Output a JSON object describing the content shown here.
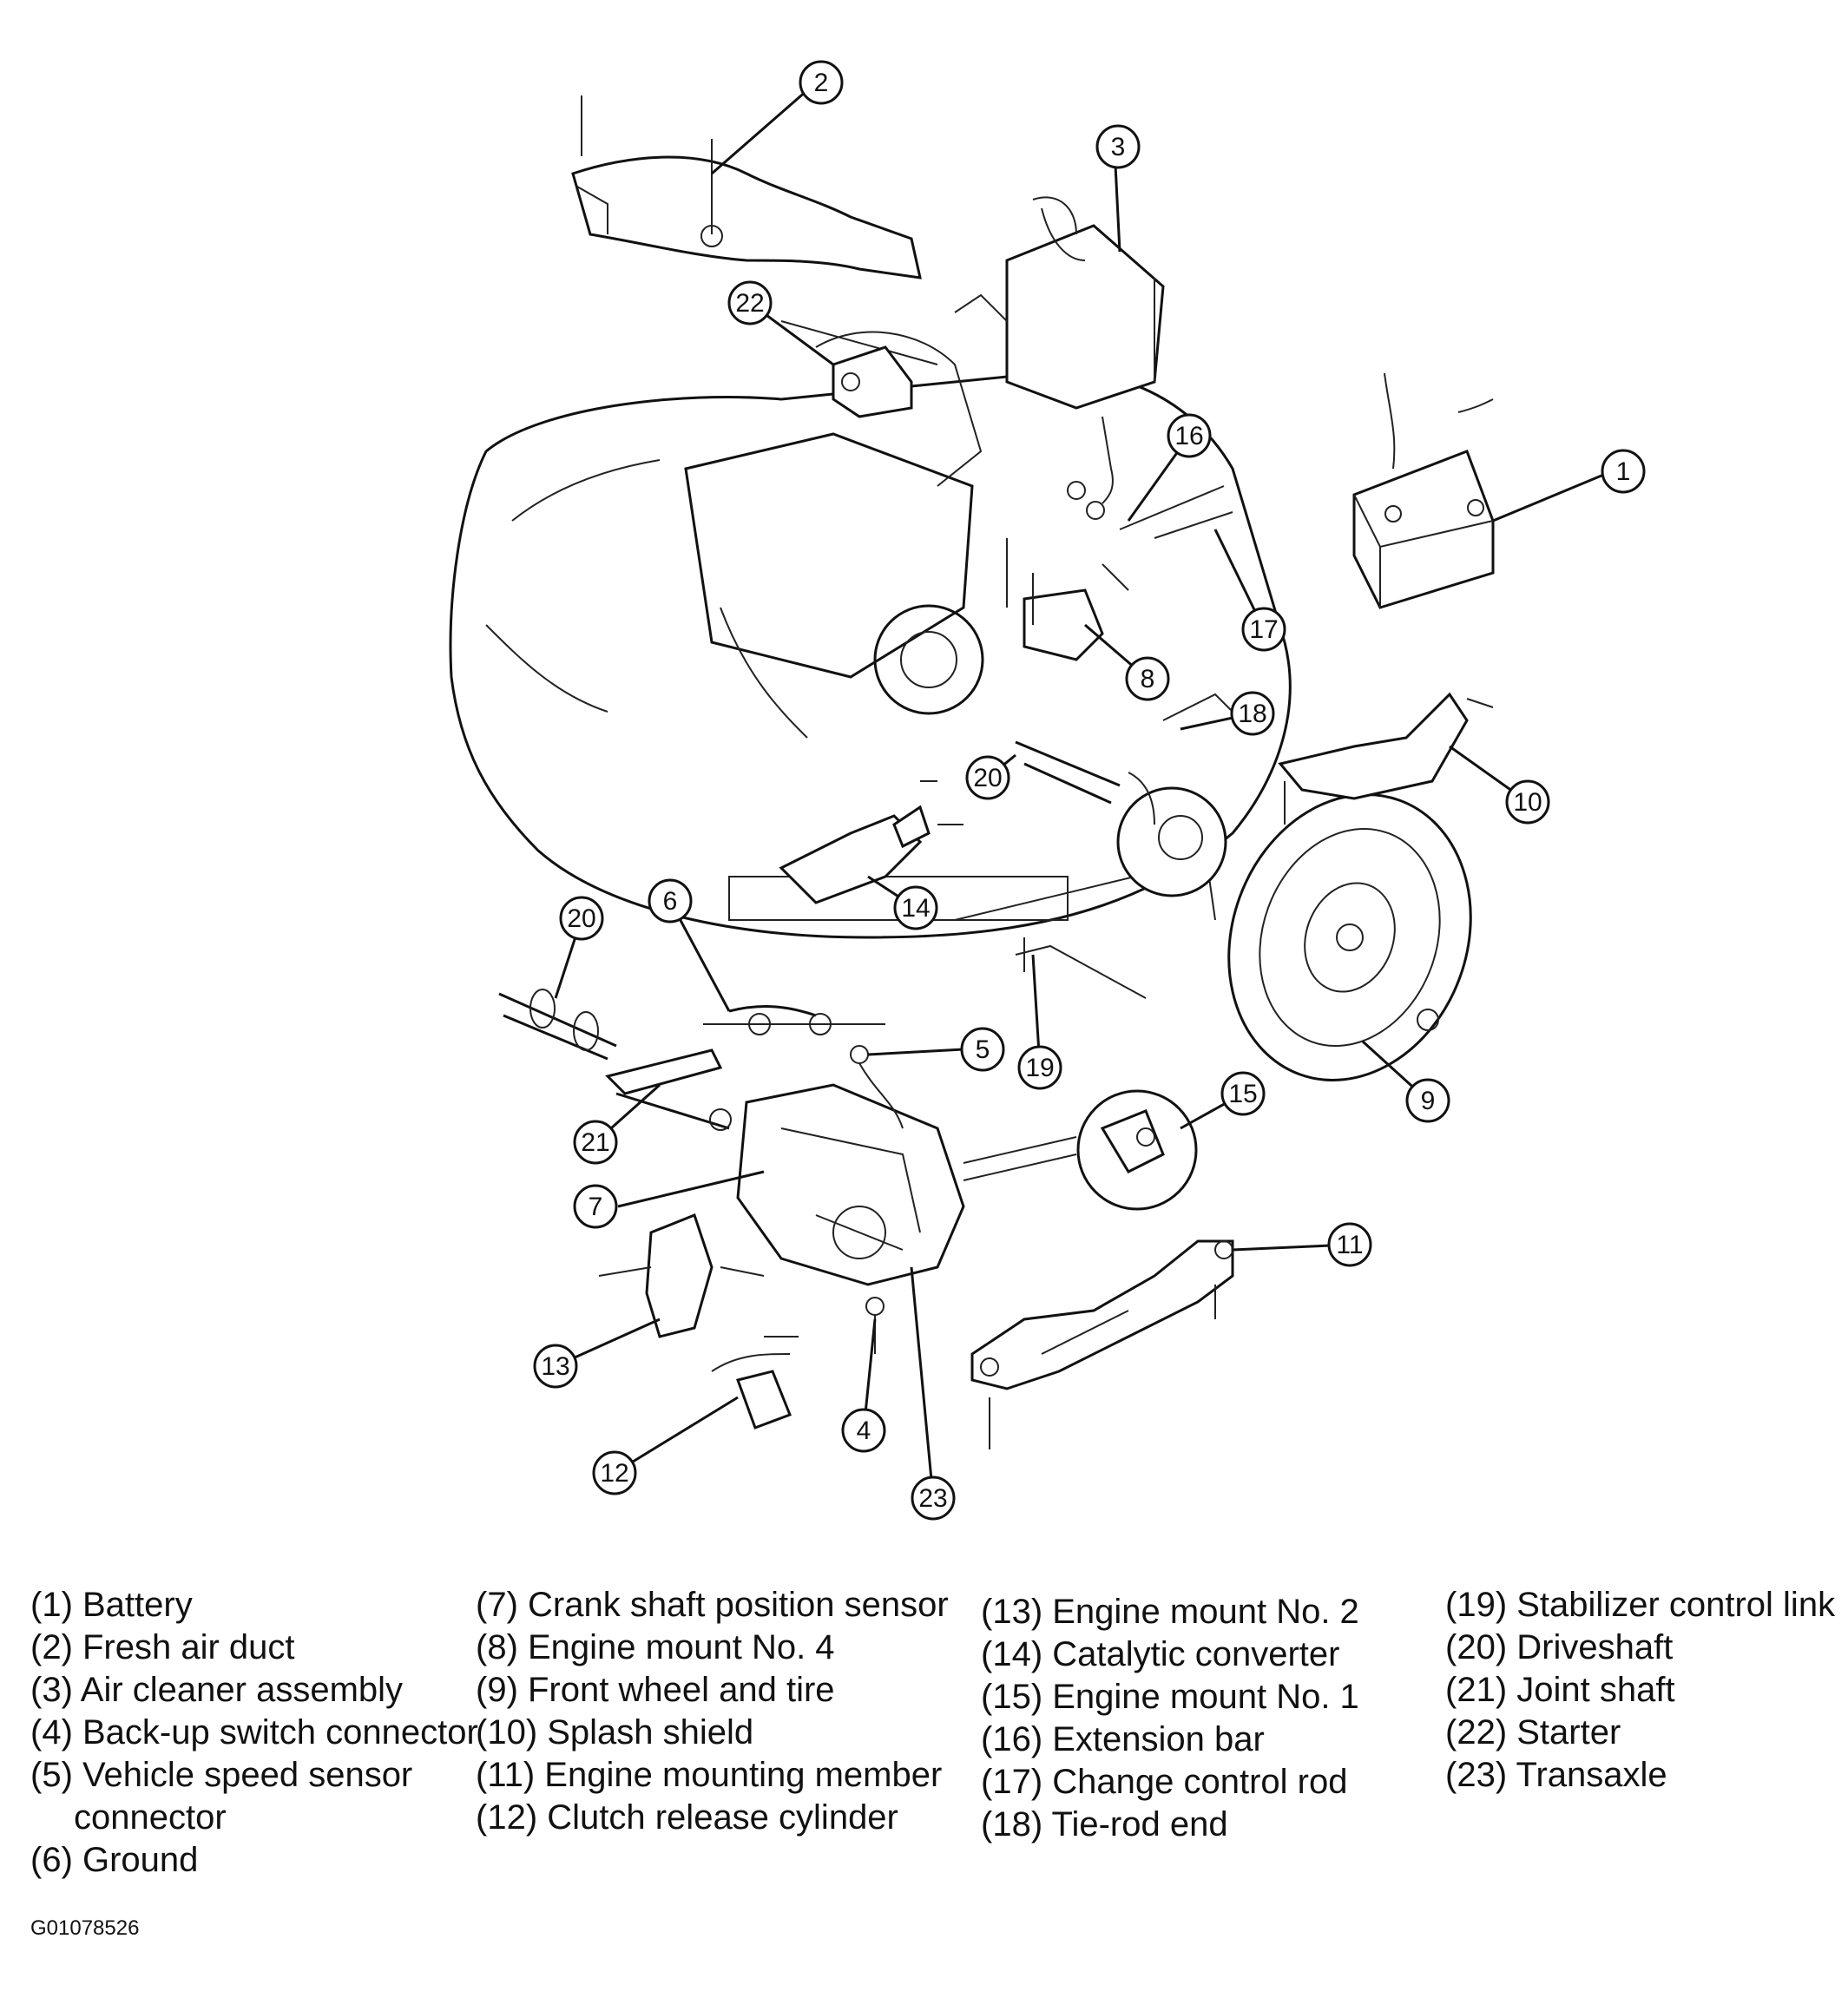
{
  "callouts": [
    {
      "num": "1"
    },
    {
      "num": "2"
    },
    {
      "num": "3"
    },
    {
      "num": "4"
    },
    {
      "num": "5"
    },
    {
      "num": "6"
    },
    {
      "num": "7"
    },
    {
      "num": "8"
    },
    {
      "num": "9"
    },
    {
      "num": "10"
    },
    {
      "num": "11"
    },
    {
      "num": "12"
    },
    {
      "num": "13"
    },
    {
      "num": "14"
    },
    {
      "num": "15"
    },
    {
      "num": "16"
    },
    {
      "num": "17"
    },
    {
      "num": "18"
    },
    {
      "num": "19"
    },
    {
      "num": "20"
    },
    {
      "num": "20"
    },
    {
      "num": "21"
    },
    {
      "num": "22"
    },
    {
      "num": "23"
    }
  ],
  "legend": [
    [
      "(1) Battery",
      "(2) Fresh air duct",
      "(3) Air cleaner assembly",
      "(4) Back-up switch connector",
      "(5) Vehicle speed sensor",
      "connector",
      "(6) Ground"
    ],
    [
      "(7) Crank shaft position  sensor",
      "(8) Engine mount No. 4",
      "(9) Front wheel and tire",
      "(10) Splash shield",
      "(11) Engine mounting member",
      "(12)  Clutch release cylinder"
    ],
    [
      "(13)  Engine mount No. 2",
      "(14)  Catalytic converter",
      "(15)  Engine mount No. 1",
      "(16)  Extension bar",
      "(17)  Change control rod",
      "(18)  Tie-rod end"
    ],
    [
      "(19)  Stabilizer control link",
      "(20)  Driveshaft",
      "(21)  Joint shaft",
      "(22)  Starter",
      "(23)  Transaxle"
    ]
  ],
  "figure_code": "G01078526"
}
